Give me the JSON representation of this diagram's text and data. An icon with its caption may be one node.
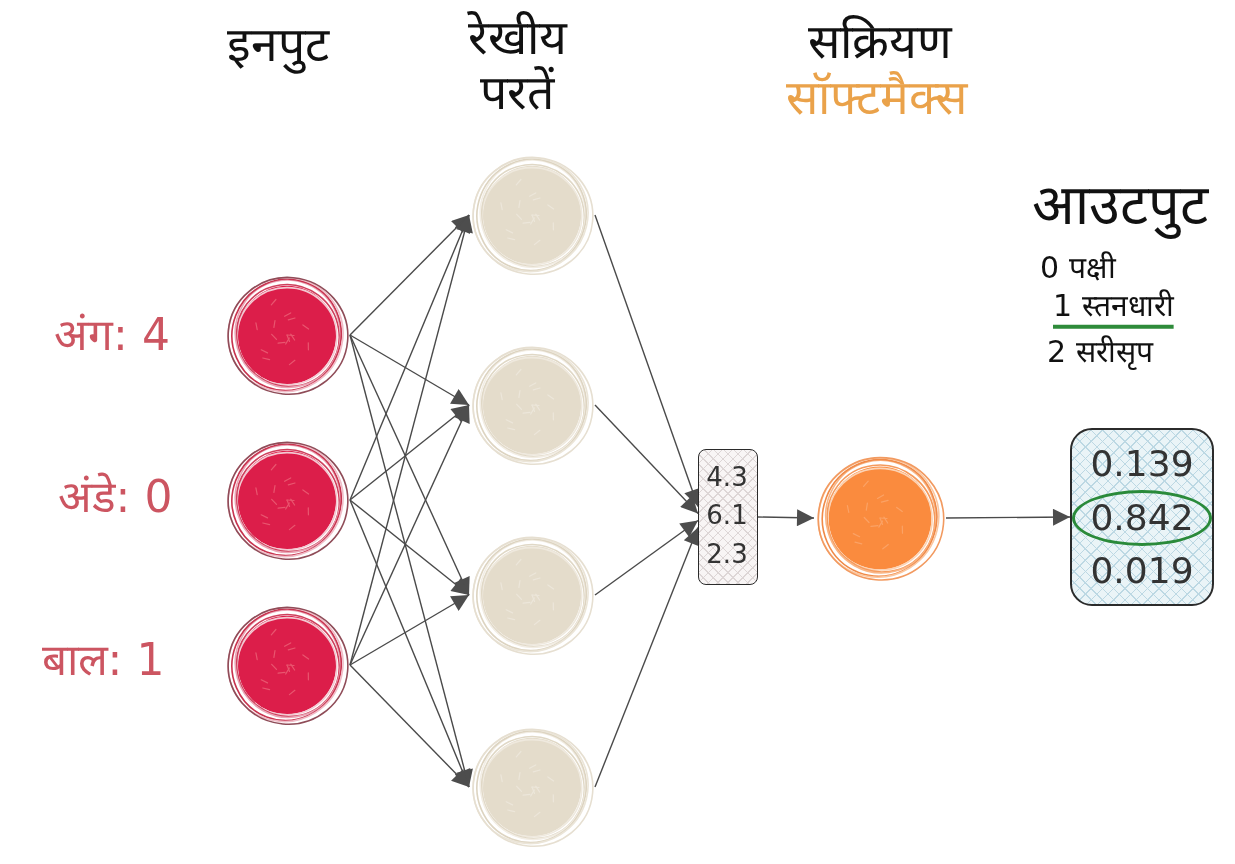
{
  "diagram": {
    "nodes": [
      {
        "text": [],
        "shape": "circle",
        "beside": [
          "अंग: 4"
        ]
      },
      {
        "text": [],
        "shape": "circle",
        "beside": [
          "अंडे: 0"
        ]
      },
      {
        "text": [],
        "shape": "circle",
        "beside": [
          "बाल: 1"
        ]
      },
      {
        "text": [],
        "shape": "circle"
      },
      {
        "text": [],
        "shape": "circle"
      },
      {
        "text": [],
        "shape": "circle"
      },
      {
        "text": [],
        "shape": "circle"
      },
      {
        "text": [
          "4.3",
          "6.1",
          "2.3"
        ]
      },
      {
        "text": [],
        "shape": "circle"
      },
      {
        "text": [
          "0.139",
          "0.019"
        ]
      },
      {
        "text": [
          "0.842"
        ],
        "in": 9
      }
    ],
    "edges": [
      {
        "from": 0,
        "to": 3,
        "arrow": "to"
      },
      {
        "from": 0,
        "to": 4,
        "arrow": "to"
      },
      {
        "from": 0,
        "to": 5,
        "arrow": "to"
      },
      {
        "from": 0,
        "to": 6,
        "arrow": "to"
      },
      {
        "from": 1,
        "to": 3,
        "arrow": "to"
      },
      {
        "from": 1,
        "to": 4,
        "arrow": "to"
      },
      {
        "from": 1,
        "to": 5,
        "arrow": "to"
      },
      {
        "from": 1,
        "to": 6,
        "arrow": "to"
      },
      {
        "from": 2,
        "to": 3,
        "arrow": "to"
      },
      {
        "from": 2,
        "to": 4,
        "arrow": "to"
      },
      {
        "from": 2,
        "to": 5,
        "arrow": "to"
      },
      {
        "from": 2,
        "to": 6,
        "arrow": "to"
      },
      {
        "from": 3,
        "to": 7,
        "arrow": "to"
      },
      {
        "from": 4,
        "to": 7,
        "arrow": "to"
      },
      {
        "from": 5,
        "to": 7,
        "arrow": "to"
      },
      {
        "from": 6,
        "to": 7,
        "arrow": "to"
      },
      {
        "from": 7,
        "to": 8,
        "arrow": "to"
      },
      {
        "from": 8,
        "to": 9,
        "arrow": "to"
      }
    ],
    "labels": [
      "इनपुट",
      "रेखीय परतें",
      "सक्रियण",
      "सॉफ्टमैक्स",
      "आउटपुट",
      "0 पक्षी",
      "1 स्तनधारी",
      "2 सरीसृप"
    ]
  }
}
